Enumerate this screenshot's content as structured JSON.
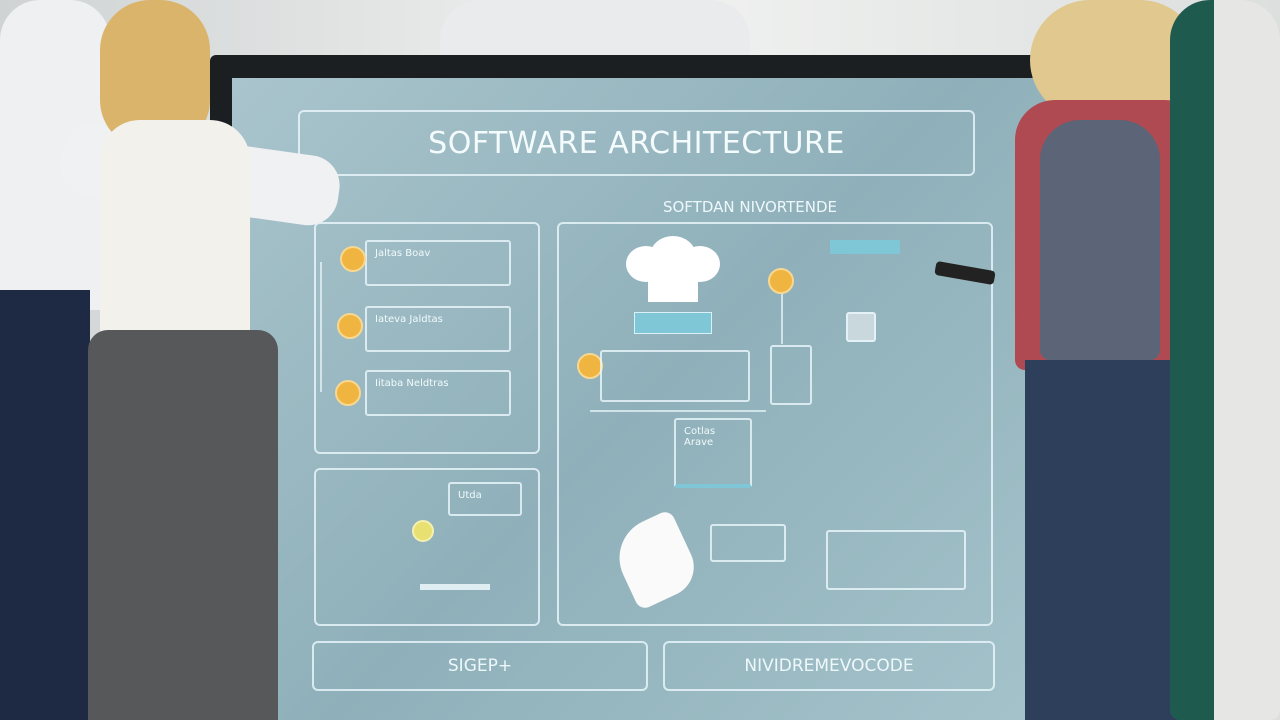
{
  "screen": {
    "title": "SOFTWARE ARCHITECTURE",
    "subtitle": "SOFTDAN NIVORTENDE",
    "left_cards": [
      "Jaltas Boav",
      "Iateva Jaldtas",
      "Iitaba Neldtras"
    ],
    "flow_card": "Cotlas Arave",
    "small_card": "Utda",
    "bottom_buttons": [
      "SIGEP+",
      "NIVIDREMEVOCODE"
    ]
  },
  "colors": {
    "screen": "#9dbcc5",
    "accent_dot": "#f0b440",
    "bezel": "#1c1f22"
  }
}
